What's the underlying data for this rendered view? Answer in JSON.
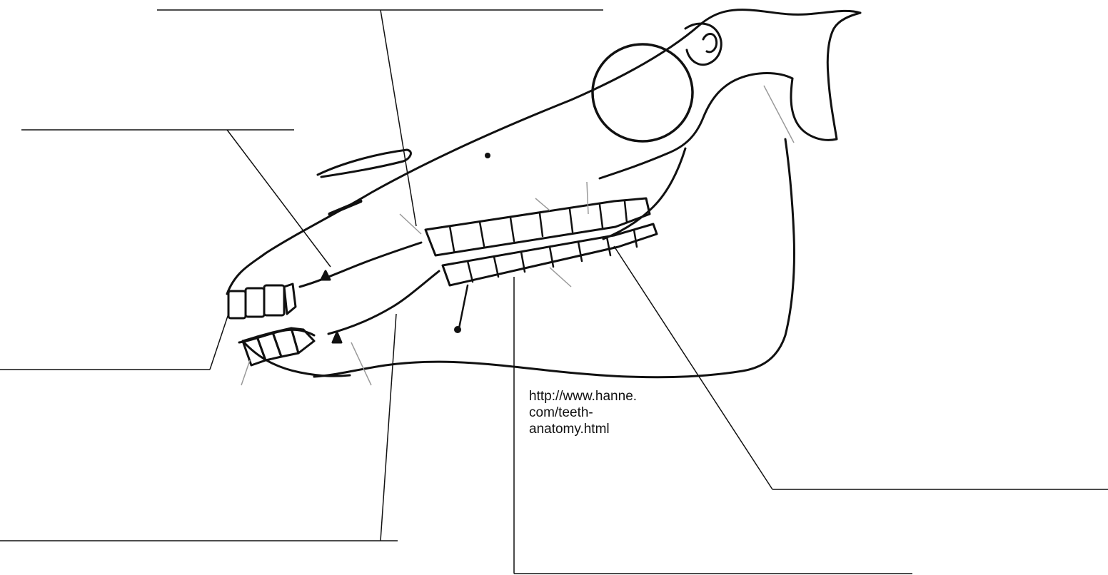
{
  "diagram": {
    "subject": "horse skull lateral view with dentition",
    "line_color": "#111111",
    "faint_line_color": "#9a9a9a",
    "background": "#ffffff",
    "label_slots": [
      {
        "name": "label-line-top",
        "text": ""
      },
      {
        "name": "label-line-upper-left",
        "text": ""
      },
      {
        "name": "label-line-middle-left",
        "text": ""
      },
      {
        "name": "label-line-bottom-left",
        "text": ""
      },
      {
        "name": "label-line-bottom-center",
        "text": ""
      },
      {
        "name": "label-line-right",
        "text": ""
      }
    ]
  },
  "source": {
    "url_text": "http://www.hanne.\ncom/teeth-\nanatomy.html"
  }
}
